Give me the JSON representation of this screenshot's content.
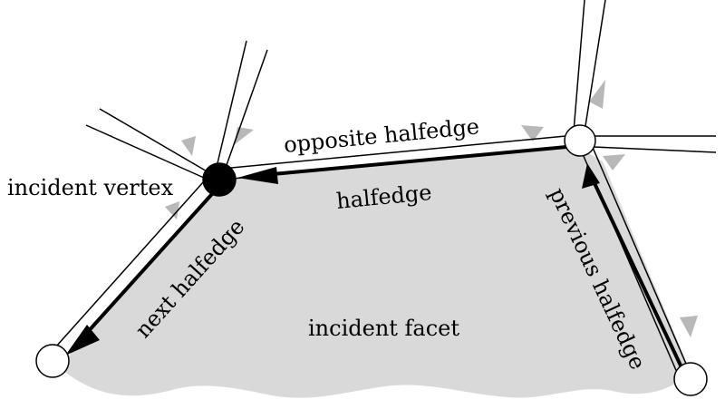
{
  "labels": {
    "incident_vertex": "incident vertex",
    "opposite_halfedge": "opposite halfedge",
    "halfedge": "halfedge",
    "next_halfedge": "next halfedge",
    "previous_halfedge": "previous halfedge",
    "incident_facet": "incident facet"
  },
  "colors": {
    "facet_fill": "#d9d9d9",
    "edge_line": "#000000",
    "vertex_filled": "#000000",
    "vertex_open": "#ffffff",
    "arrow_marker": "#b8b8b8"
  }
}
